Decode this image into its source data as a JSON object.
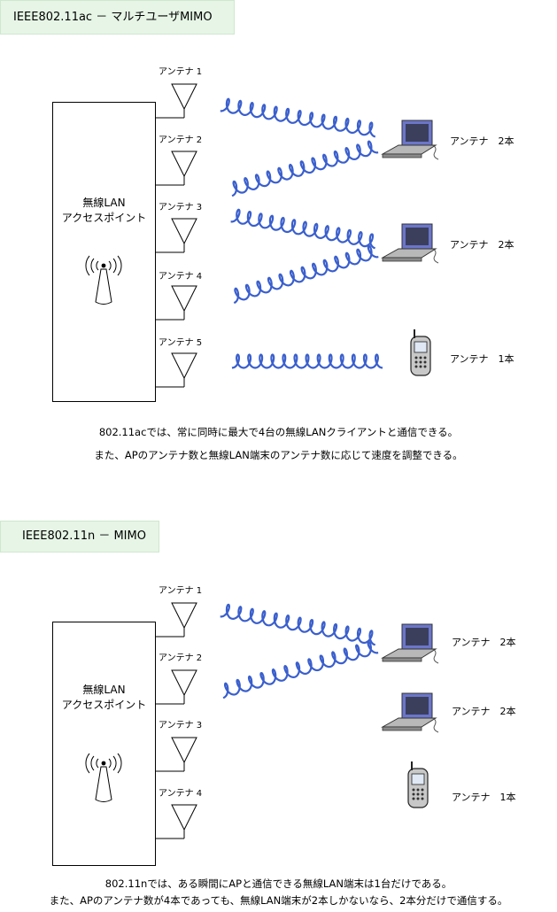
{
  "section1": {
    "title": "IEEE802.11ac － マルチユーザMIMO",
    "ap_label_line1": "無線LAN",
    "ap_label_line2": "アクセスポイント",
    "antennas": [
      "アンテナ 1",
      "アンテナ 2",
      "アンテナ 3",
      "アンテナ 4",
      "アンテナ 5"
    ],
    "devices": [
      {
        "type": "laptop-icon",
        "label": "アンテナ　2本"
      },
      {
        "type": "laptop-icon",
        "label": "アンテナ　2本"
      },
      {
        "type": "phone-icon",
        "label": "アンテナ　1本"
      }
    ],
    "caption_line1": "802.11acでは、常に同時に最大で4台の無線LANクライアントと通信できる。",
    "caption_line2": "また、APのアンテナ数と無線LAN端末のアンテナ数に応じて速度を調整できる。"
  },
  "section2": {
    "title": "IEEE802.11n － MIMO",
    "ap_label_line1": "無線LAN",
    "ap_label_line2": "アクセスポイント",
    "antennas": [
      "アンテナ 1",
      "アンテナ 2",
      "アンテナ 3",
      "アンテナ 4"
    ],
    "devices": [
      {
        "type": "laptop-icon",
        "label": "アンテナ　2本"
      },
      {
        "type": "laptop-icon",
        "label": "アンテナ　2本"
      },
      {
        "type": "phone-icon",
        "label": "アンテナ　1本"
      }
    ],
    "caption_line1": "802.11nでは、ある瞬間にAPと通信できる無線LAN端末は1台だけである。",
    "caption_line2": "また、APのアンテナ数が4本であっても、無線LAN端末が2本しかないなら、2本分だけで通信する。"
  },
  "colors": {
    "wave": "#3a5fcd",
    "title_bg": "#e6f5e6",
    "laptop": "#5a66b8"
  }
}
